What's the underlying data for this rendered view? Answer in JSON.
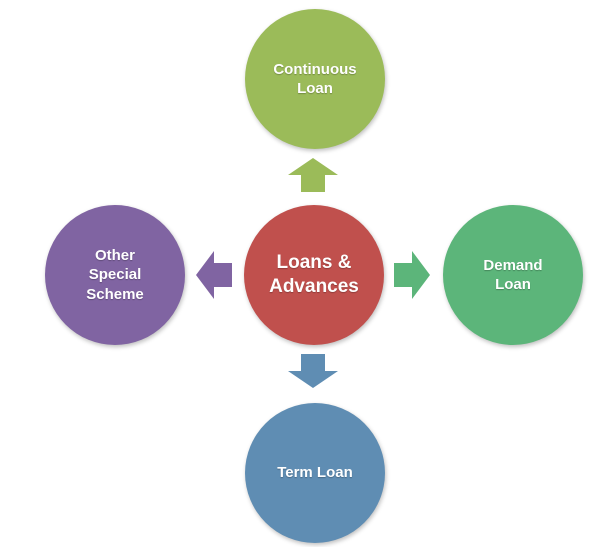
{
  "diagram": {
    "center": {
      "label": "Loans &\nAdvances",
      "color": "#c0504d"
    },
    "top": {
      "label": "Continuous\nLoan",
      "color": "#9bbb59"
    },
    "right": {
      "label": "Demand\nLoan",
      "color": "#5cb57a"
    },
    "bottom": {
      "label": "Term Loan",
      "color": "#5f8db3"
    },
    "left": {
      "label": "Other\nSpecial\nScheme",
      "color": "#8064a2"
    },
    "arrows": {
      "up": {
        "color": "#9bbb59"
      },
      "right": {
        "color": "#5cb57a"
      },
      "down": {
        "color": "#5f8db3"
      },
      "left": {
        "color": "#8064a2"
      }
    }
  }
}
